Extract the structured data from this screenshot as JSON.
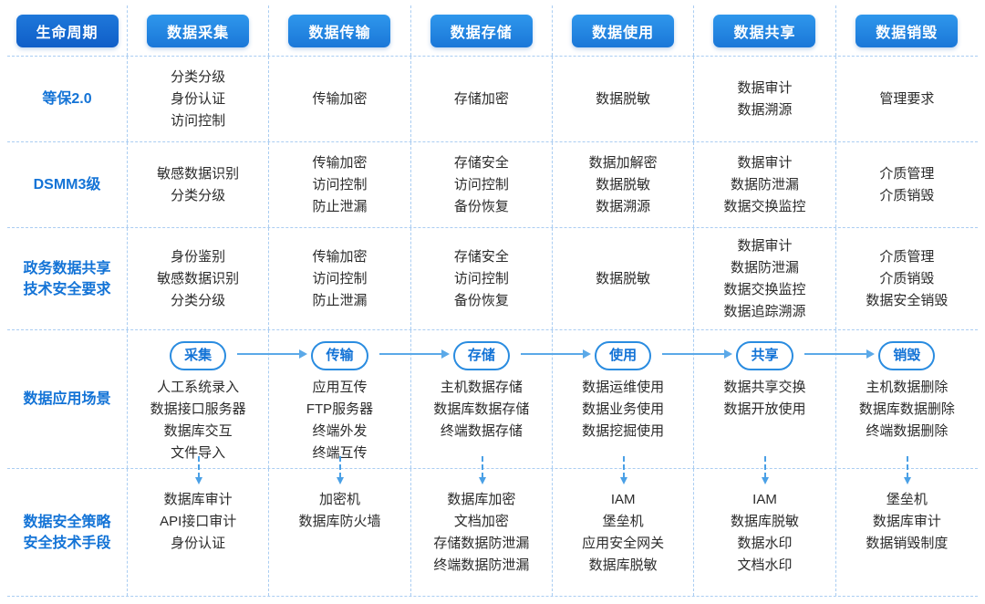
{
  "colors": {
    "header_button": "#1f84de",
    "lifecycle_button": "#1465cc",
    "row_title_text": "#1373d6",
    "cell_text": "#2b2b2b",
    "grid_line": "#aacdf2",
    "badge_border": "#2a8ce0",
    "arrow": "#5ba9e8"
  },
  "header": {
    "lifecycle_label": "生命周期",
    "columns": [
      "数据采集",
      "数据传输",
      "数据存储",
      "数据使用",
      "数据共享",
      "数据销毁"
    ]
  },
  "standard_rows": [
    {
      "title_lines": [
        "等保2.0"
      ],
      "cells": [
        [
          "分类分级",
          "身份认证",
          "访问控制"
        ],
        [
          "传输加密"
        ],
        [
          "存储加密"
        ],
        [
          "数据脱敏"
        ],
        [
          "数据审计",
          "数据溯源"
        ],
        [
          "管理要求"
        ]
      ]
    },
    {
      "title_lines": [
        "DSMM3级"
      ],
      "cells": [
        [
          "敏感数据识别",
          "分类分级"
        ],
        [
          "传输加密",
          "访问控制",
          "防止泄漏"
        ],
        [
          "存储安全",
          "访问控制",
          "备份恢复"
        ],
        [
          "数据加解密",
          "数据脱敏",
          "数据溯源"
        ],
        [
          "数据审计",
          "数据防泄漏",
          "数据交换监控"
        ],
        [
          "介质管理",
          "介质销毁"
        ]
      ]
    },
    {
      "title_lines": [
        "政务数据共享",
        "技术安全要求"
      ],
      "cells": [
        [
          "身份鉴别",
          "敏感数据识别",
          "分类分级"
        ],
        [
          "传输加密",
          "访问控制",
          "防止泄漏"
        ],
        [
          "存储安全",
          "访问控制",
          "备份恢复"
        ],
        [
          "数据脱敏"
        ],
        [
          "数据审计",
          "数据防泄漏",
          "数据交换监控",
          "数据追踪溯源"
        ],
        [
          "介质管理",
          "介质销毁",
          "数据安全销毁"
        ]
      ]
    }
  ],
  "scenario_row": {
    "title_lines": [
      "数据应用场景"
    ],
    "columns": [
      {
        "badge": "采集",
        "items": [
          "人工系统录入",
          "数据接口服务器",
          "数据库交互",
          "文件导入"
        ]
      },
      {
        "badge": "传输",
        "items": [
          "应用互传",
          "FTP服务器",
          "终端外发",
          "终端互传"
        ]
      },
      {
        "badge": "存储",
        "items": [
          "主机数据存储",
          "数据库数据存储",
          "终端数据存储"
        ]
      },
      {
        "badge": "使用",
        "items": [
          "数据运维使用",
          "数据业务使用",
          "数据挖掘使用"
        ]
      },
      {
        "badge": "共享",
        "items": [
          "数据共享交换",
          "数据开放使用"
        ]
      },
      {
        "badge": "销毁",
        "items": [
          "主机数据删除",
          "数据库数据删除",
          "终端数据删除"
        ]
      }
    ]
  },
  "security_row": {
    "title_lines": [
      "数据安全策略",
      "安全技术手段"
    ],
    "columns": [
      [
        "数据库审计",
        "API接口审计",
        "身份认证"
      ],
      [
        "加密机",
        "数据库防火墙"
      ],
      [
        "数据库加密",
        "文档加密",
        "存储数据防泄漏",
        "终端数据防泄漏"
      ],
      [
        "IAM",
        "堡垒机",
        "应用安全网关",
        "数据库脱敏"
      ],
      [
        "IAM",
        "数据库脱敏",
        "数据水印",
        "文档水印"
      ],
      [
        "堡垒机",
        "数据库审计",
        "数据销毁制度"
      ]
    ]
  }
}
